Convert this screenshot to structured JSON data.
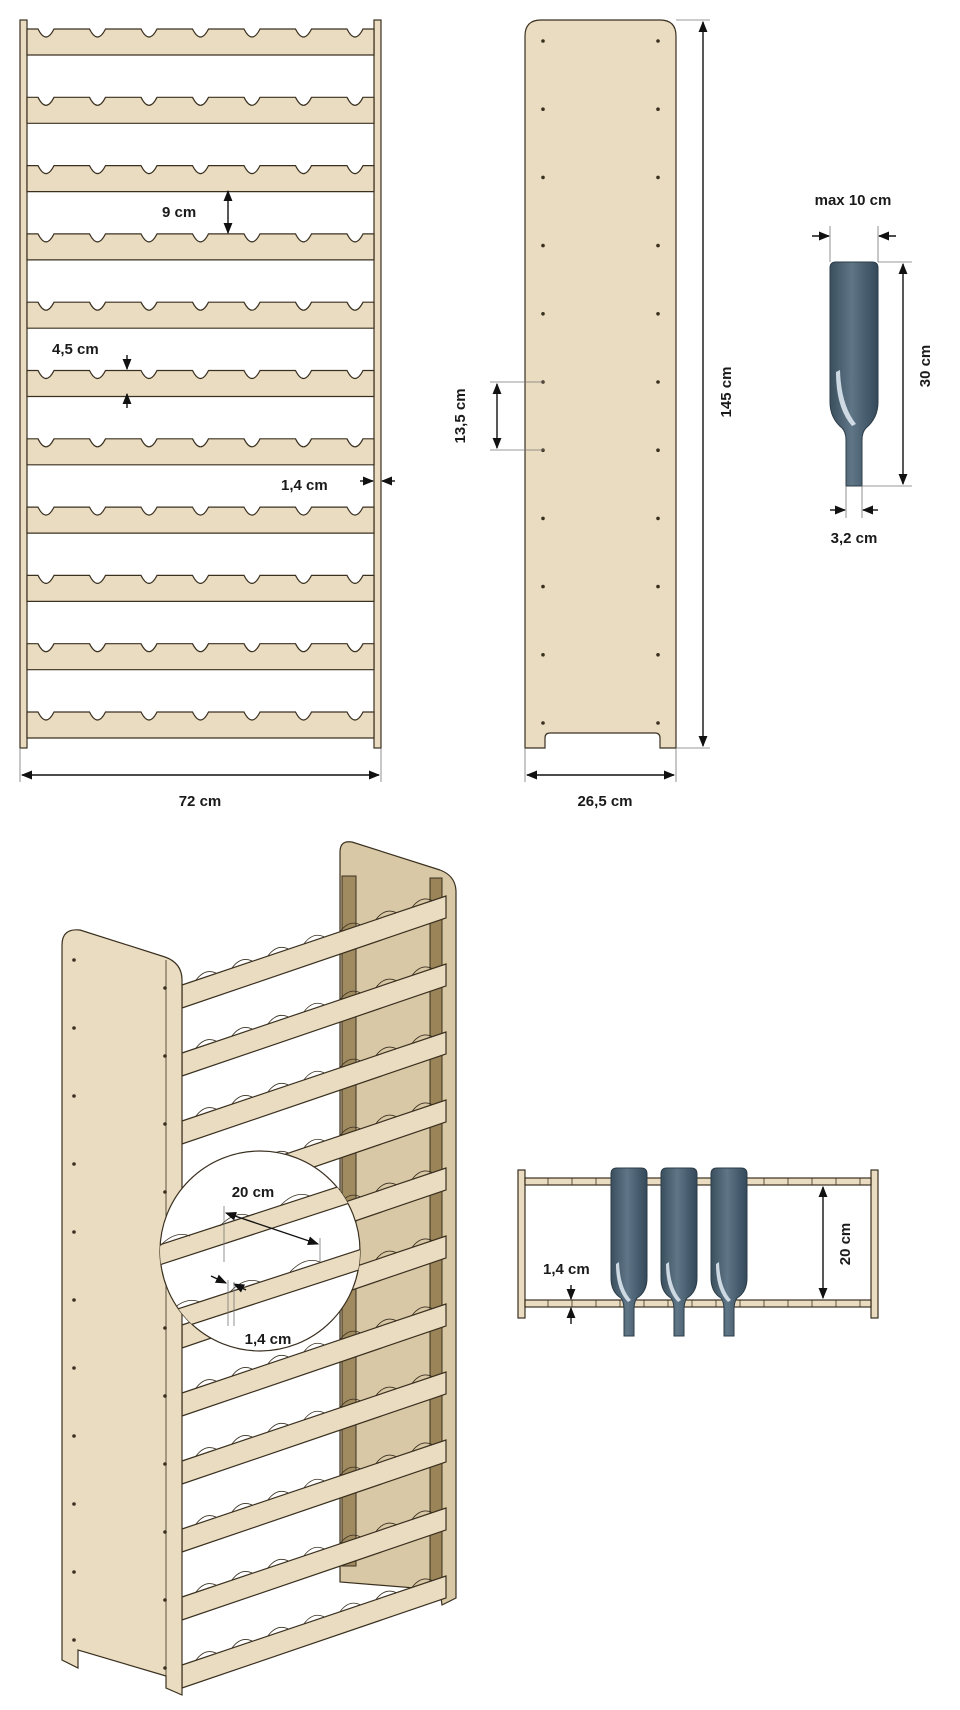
{
  "colors": {
    "wood": "#eadcc0",
    "wood_dark": "#d9c8a6",
    "outline": "#3a3020",
    "bottle": "#4c6272",
    "bottle_highlight": "#dce6ee"
  },
  "front_view": {
    "width_label": "72 cm",
    "shelf_gap_label": "9 cm",
    "scallop_label": "4,5 cm",
    "side_thickness_label": "1,4 cm"
  },
  "side_view": {
    "height_label": "145 cm",
    "depth_label": "26,5 cm",
    "hole_spacing_label": "13,5 cm"
  },
  "bottle_spec": {
    "max_diameter_label": "max 10 cm",
    "length_label": "30 cm",
    "neck_label": "3,2 cm"
  },
  "detail_zoom": {
    "spacing_label": "20 cm",
    "thickness_label": "1,4 cm"
  },
  "shelf_section": {
    "depth_label": "20 cm",
    "thickness_label": "1,4 cm"
  }
}
